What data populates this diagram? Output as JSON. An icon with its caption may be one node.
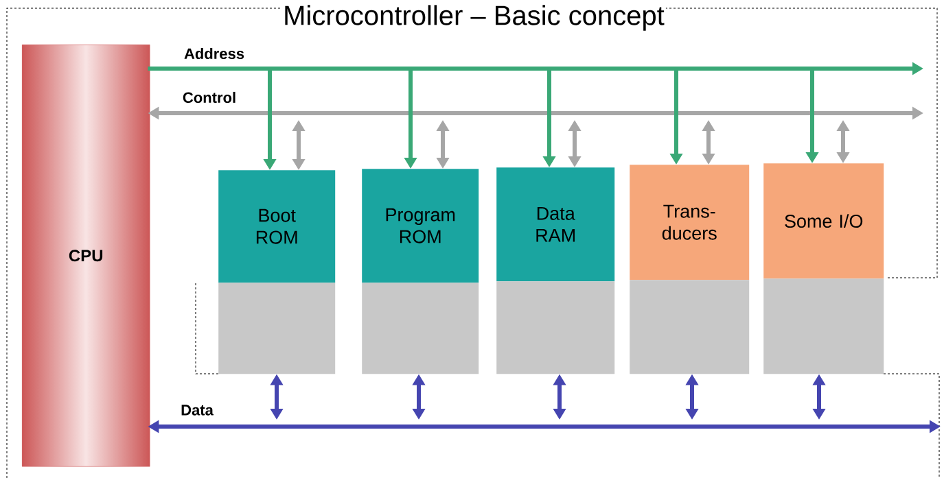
{
  "diagram": {
    "title": "Microcontroller – Basic concept",
    "nodes": [
      {
        "text": [
          "CPU"
        ]
      },
      {
        "text": [
          "Boot ROM"
        ]
      },
      {
        "text": [
          "Program ROM"
        ]
      },
      {
        "text": [
          "Data RAM"
        ]
      },
      {
        "text": [
          "Trans- ducers"
        ]
      },
      {
        "text": [
          "Some I/O"
        ]
      },
      {
        "text": [],
        "shape": "box"
      },
      {
        "text": [],
        "shape": "box"
      },
      {
        "text": [],
        "shape": "box"
      },
      {
        "text": [],
        "shape": "box"
      },
      {
        "text": [],
        "shape": "box"
      }
    ],
    "edges": [
      {
        "from": 0,
        "to": null,
        "arrow": "to",
        "label": "Address",
        "color": "#3aa876"
      },
      {
        "from": 0,
        "to": null,
        "arrow": "both",
        "label": "Control",
        "color": "#a6a6a6"
      },
      {
        "from": 0,
        "to": null,
        "arrow": "both",
        "label": "Data",
        "color": "#4545b0"
      },
      {
        "from": null,
        "to": 1,
        "arrow": "to",
        "color": "#3aa876"
      },
      {
        "from": null,
        "to": 2,
        "arrow": "to",
        "color": "#3aa876"
      },
      {
        "from": null,
        "to": 3,
        "arrow": "to",
        "color": "#3aa876"
      },
      {
        "from": null,
        "to": 4,
        "arrow": "to",
        "color": "#3aa876"
      },
      {
        "from": null,
        "to": 5,
        "arrow": "to",
        "color": "#3aa876"
      },
      {
        "from": null,
        "to": 1,
        "arrow": "both",
        "color": "#a6a6a6"
      },
      {
        "from": null,
        "to": 2,
        "arrow": "both",
        "color": "#a6a6a6"
      },
      {
        "from": null,
        "to": 3,
        "arrow": "both",
        "color": "#a6a6a6"
      },
      {
        "from": null,
        "to": 4,
        "arrow": "both",
        "color": "#a6a6a6"
      },
      {
        "from": null,
        "to": 5,
        "arrow": "both",
        "color": "#a6a6a6"
      },
      {
        "from": 6,
        "to": null,
        "arrow": "both",
        "color": "#4545b0"
      },
      {
        "from": 7,
        "to": null,
        "arrow": "both",
        "color": "#4545b0"
      },
      {
        "from": 8,
        "to": null,
        "arrow": "both",
        "color": "#4545b0"
      },
      {
        "from": 9,
        "to": null,
        "arrow": "both",
        "color": "#4545b0"
      },
      {
        "from": 10,
        "to": null,
        "arrow": "both",
        "color": "#4545b0"
      }
    ]
  }
}
